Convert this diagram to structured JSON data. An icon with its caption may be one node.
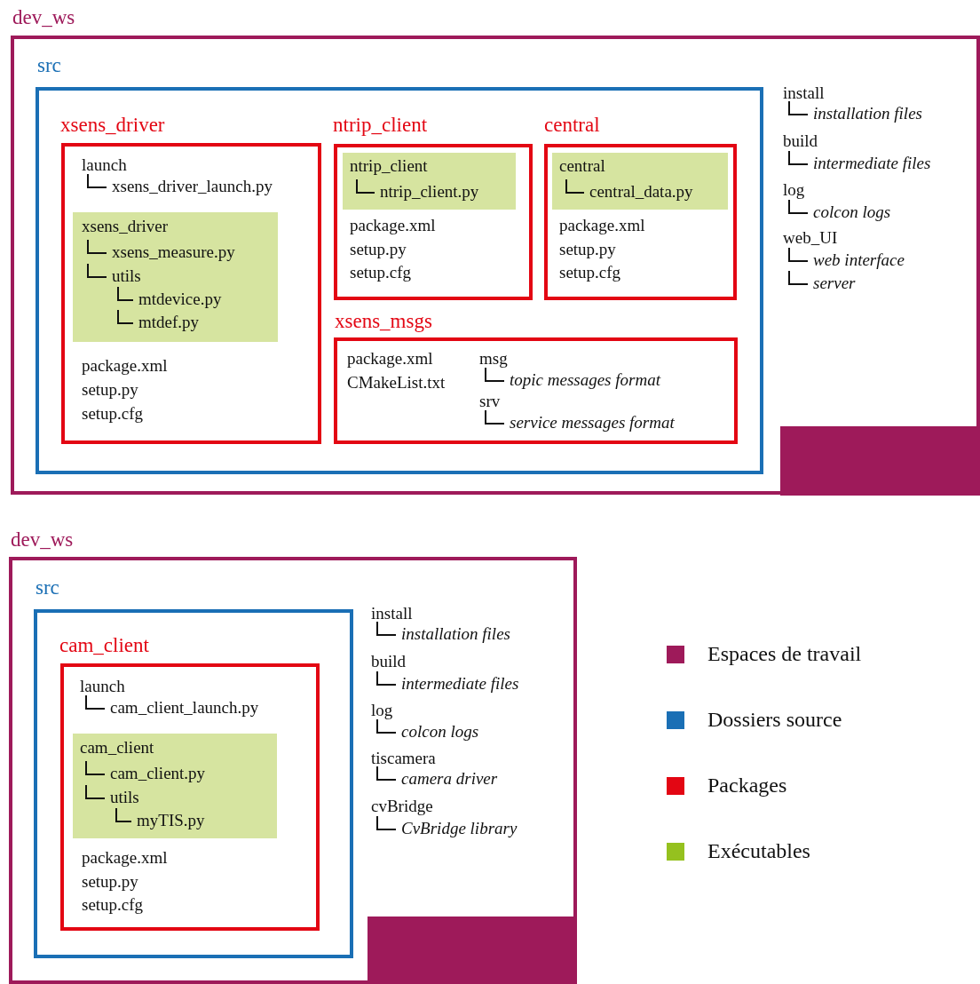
{
  "diagram": {
    "nodes": [
      {
        "text": [
          "dev_ws",
          "install",
          "installation files",
          "build",
          "intermediate files",
          "log",
          "colcon logs",
          "web_UI",
          "web interface",
          "server"
        ]
      },
      {
        "text": [
          "src"
        ],
        "in": 0
      },
      {
        "text": [
          "xsens_driver",
          "launch",
          "xsens_driver_launch.py",
          "package.xml",
          "setup.py",
          "setup.cfg"
        ],
        "in": 1
      },
      {
        "text": [
          "xsens_driver",
          "xsens_measure.py",
          "utils",
          "mtdevice.py",
          "mtdef.py"
        ],
        "in": 2
      },
      {
        "text": [
          "ntrip_client",
          "package.xml",
          "setup.py",
          "setup.cfg"
        ],
        "in": 1
      },
      {
        "text": [
          "ntrip_client",
          "ntrip_client.py"
        ],
        "in": 4
      },
      {
        "text": [
          "central",
          "package.xml",
          "setup.py",
          "setup.cfg"
        ],
        "in": 1
      },
      {
        "text": [
          "central",
          "central_data.py"
        ],
        "in": 6
      },
      {
        "text": [
          "xsens_msgs",
          "package.xml",
          "CMakeList.txt",
          "msg",
          "topic messages format",
          "srv",
          "service messages format"
        ],
        "in": 1
      },
      {
        "text": [],
        "shape": "box",
        "in": 0
      },
      {
        "text": [
          "dev_ws",
          "install",
          "installation files",
          "build",
          "intermediate files",
          "log",
          "colcon logs",
          "tiscamera",
          "camera driver",
          "cvBridge",
          "CvBridge library"
        ]
      },
      {
        "text": [
          "src"
        ],
        "in": 10
      },
      {
        "text": [
          "cam_client",
          "launch",
          "cam_client_launch.py",
          "package.xml",
          "setup.py",
          "setup.cfg"
        ],
        "in": 11
      },
      {
        "text": [
          "cam_client",
          "cam_client.py",
          "utils",
          "myTIS.py"
        ],
        "in": 12
      },
      {
        "text": [],
        "shape": "box",
        "in": 10
      }
    ],
    "legend": [
      {
        "text": "Espaces de travail",
        "color": "#9e1a5a"
      },
      {
        "text": "Dossiers source",
        "color": "#1a6fb5"
      },
      {
        "text": "Packages",
        "color": "#e30613"
      },
      {
        "text": "Exécutables",
        "color": "#95c11f"
      }
    ]
  }
}
